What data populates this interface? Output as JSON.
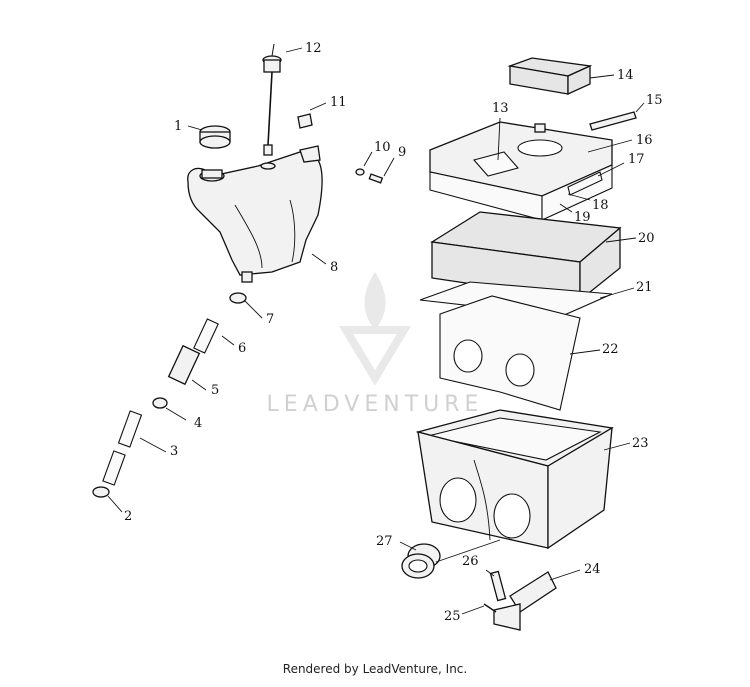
{
  "watermark": {
    "text": "LEADVENTURE"
  },
  "footer": {
    "text": "Rendered by LeadVenture, Inc."
  },
  "callouts": [
    "1",
    "2",
    "3",
    "4",
    "5",
    "6",
    "7",
    "8",
    "9",
    "10",
    "11",
    "12",
    "13",
    "14",
    "15",
    "16",
    "17",
    "18",
    "19",
    "20",
    "21",
    "22",
    "23",
    "24",
    "25",
    "26",
    "27"
  ]
}
